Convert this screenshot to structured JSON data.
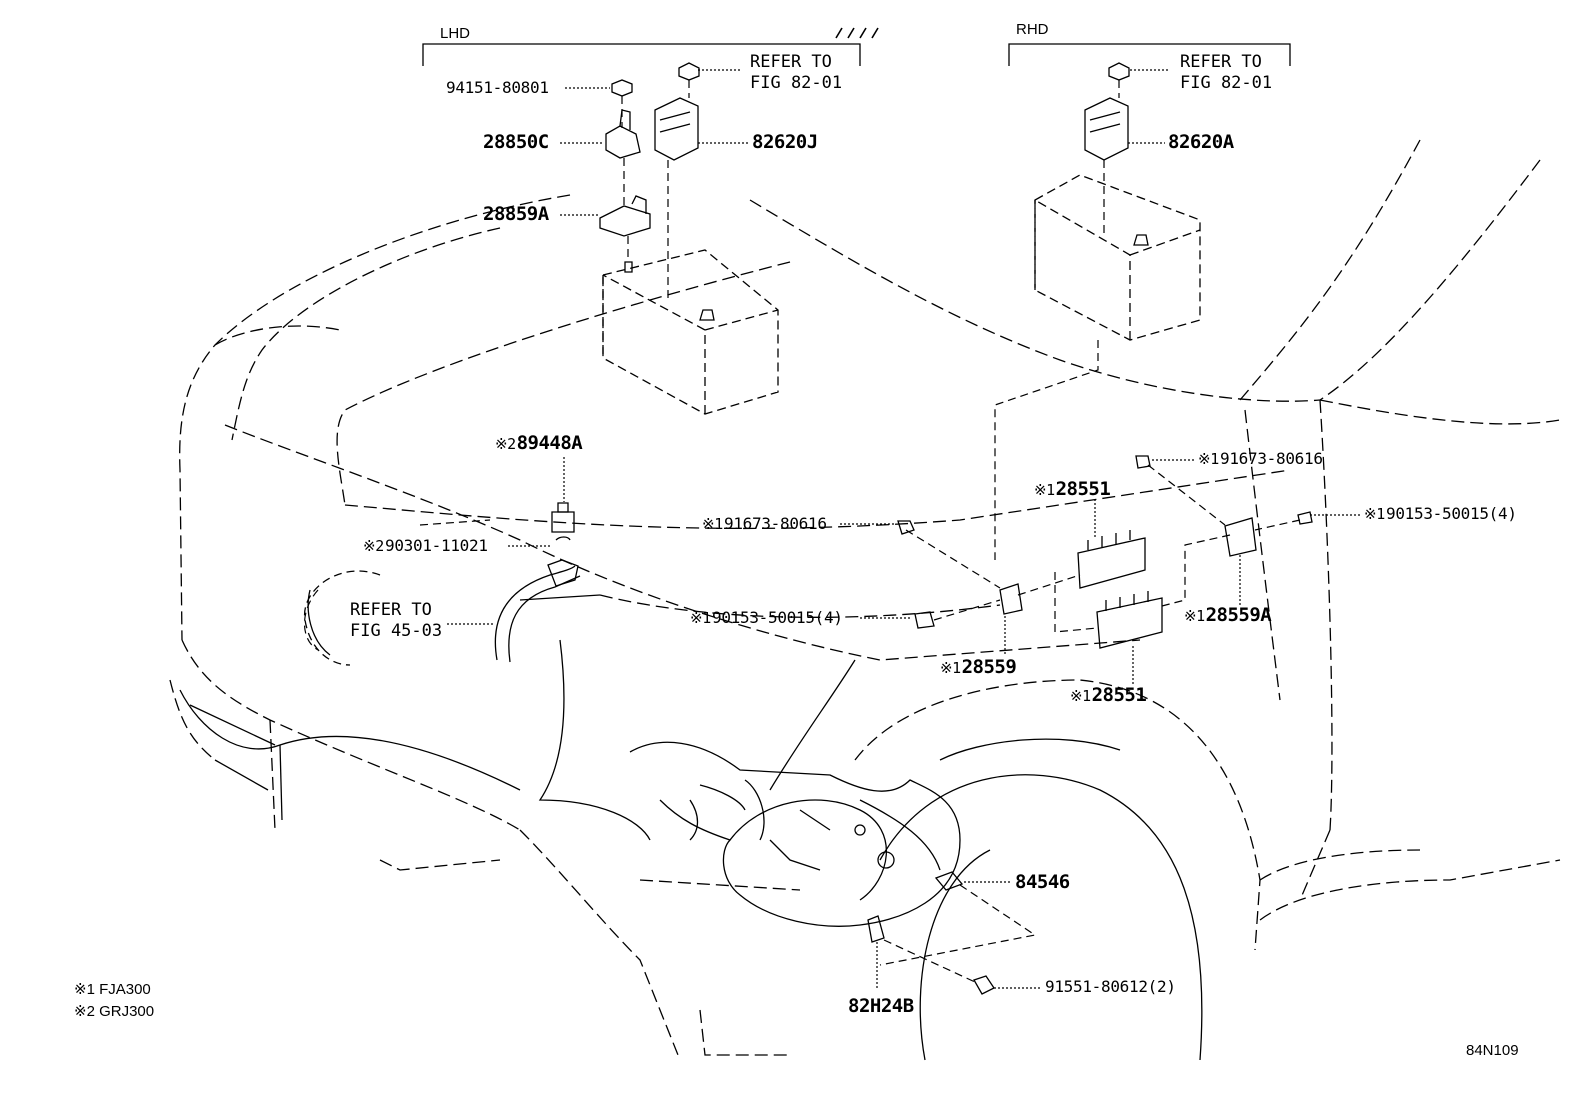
{
  "sections": {
    "lhd": "LHD",
    "rhd": "RHD"
  },
  "refs": {
    "lhd_fig82": [
      "REFER TO",
      "FIG 82-01"
    ],
    "rhd_fig82": [
      "REFER TO",
      "FIG 82-01"
    ],
    "fig45": [
      "REFER TO",
      "FIG 45-03"
    ]
  },
  "parts": {
    "p_94151_80801": "94151-80801",
    "p_28850c": "28850C",
    "p_82620j": "82620J",
    "p_28859a": "28859A",
    "p_82620a": "82620A",
    "p_89448a": "89448A",
    "p_90301_11021": "90301-11021",
    "p_91673_80616_a": "91673-80616",
    "p_91673_80616_b": "91673-80616",
    "p_28551_top": "28551",
    "p_90153_50015_a": "90153-50015(4)",
    "p_90153_50015_b": "90153-50015(4)",
    "p_28559a": "28559A",
    "p_28559": "28559",
    "p_28551_bot": "28551",
    "p_84546": "84546",
    "p_91551_80612": "91551-80612(2)",
    "p_82h24b": "82H24B"
  },
  "marks": {
    "m1": "※1",
    "m2": "※2"
  },
  "notes": [
    "※1 FJA300",
    "※2 GRJ300"
  ],
  "figure_code": "84N109"
}
